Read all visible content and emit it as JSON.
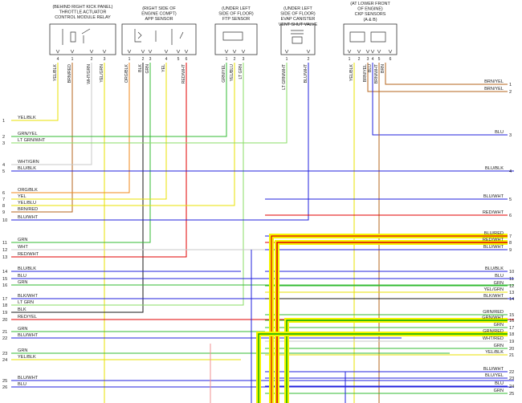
{
  "colors": {
    "YEL": "#e8e000",
    "BLK": "#1a1a1a",
    "BRN": "#b5651d",
    "RED": "#e00000",
    "WHT": "#c8c8c8",
    "GRN": "#33bb33",
    "LTGRN": "#88dd66",
    "BLU": "#2222dd",
    "ORG": "#f08a1c",
    "PPL": "#8b2fc9",
    "PNK": "#f09090",
    "GRY": "#999999",
    "highlight_yellow": "#f5f500",
    "highlight_red": "#dd0000",
    "highlight_green": "#00aa00"
  },
  "components": [
    {
      "id": "tac",
      "lines": [
        "(BEHIND RIGHT KICK PANEL)",
        "THROTTLE ACTUATOR",
        "CONTROL MODULE RELAY"
      ],
      "pins": [
        "4",
        "1",
        "2",
        "3"
      ],
      "wires": [
        "YEL/BLK",
        "BRN/RED",
        "WHT/GRN",
        "YEL/GRN"
      ]
    },
    {
      "id": "app",
      "lines": [
        "(RIGHT SIDE OF",
        "ENGINE COMPT)",
        "APP SENSOR"
      ],
      "pins": [
        "1",
        "2",
        "3",
        "4",
        "5",
        "6"
      ],
      "wires": [
        "ORG/BLK",
        "BLK",
        "GRN",
        "YEL",
        "RED/WHT"
      ]
    },
    {
      "id": "ftp",
      "lines": [
        "(UNDER LEFT",
        "SIDE OF FLOOR)",
        "FTP SENSOR"
      ],
      "pins": [
        "1",
        "2",
        "3"
      ],
      "wires": [
        "GRN/YEL",
        "YEL/BLU",
        "LT GRN"
      ]
    },
    {
      "id": "evap",
      "lines": [
        "(UNDER LEFT",
        "SIDE OF FLOOR)",
        "EVAP CANISTER",
        "VENT SHUT VALVE"
      ],
      "pins": [
        "1",
        "2"
      ],
      "wires": [
        "LT GRN/WHT",
        "BLU/WHT"
      ]
    },
    {
      "id": "ckp",
      "lines": [
        "(AT LOWER FRONT",
        "OF ENGINE)",
        "CKP SENSORS",
        "(A & B)"
      ],
      "pins": [
        "1",
        "2",
        "3",
        "4",
        "5",
        "6"
      ],
      "wires": [
        "YEL/BLK",
        "BRN/YEL",
        "BLU",
        "BRN/WHT",
        "BRN"
      ]
    }
  ],
  "left_connector": [
    {
      "num": "1",
      "label": "YEL/BLK"
    },
    {
      "num": "2",
      "label": "GRN/YEL"
    },
    {
      "num": "3",
      "label": "LT GRN/WHT"
    },
    {
      "num": "4",
      "label": "WHT/GRN"
    },
    {
      "num": "5",
      "label": "BLU/BLK"
    },
    {
      "num": "6",
      "label": "ORG/BLK"
    },
    {
      "num": "7",
      "label": "YEL"
    },
    {
      "num": "8",
      "label": "YEL/BLU"
    },
    {
      "num": "9",
      "label": "BRN/RED"
    },
    {
      "num": "10",
      "label": "BLU/WHT"
    },
    {
      "num": "11",
      "label": "GRN"
    },
    {
      "num": "12",
      "label": "WHT"
    },
    {
      "num": "13",
      "label": "RED/WHT"
    },
    {
      "num": "14",
      "label": "BLU/BLK"
    },
    {
      "num": "15",
      "label": "BLU"
    },
    {
      "num": "16",
      "label": "GRN"
    },
    {
      "num": "17",
      "label": "BLK/WHT"
    },
    {
      "num": "18",
      "label": "LT GRN"
    },
    {
      "num": "19",
      "label": "BLK"
    },
    {
      "num": "20",
      "label": "RED/YEL"
    },
    {
      "num": "21",
      "label": "GRN"
    },
    {
      "num": "22",
      "label": "BLU/WHT"
    },
    {
      "num": "23",
      "label": "GRN"
    },
    {
      "num": "24",
      "label": "YEL/BLK"
    },
    {
      "num": "25",
      "label": "BLU/WHT"
    },
    {
      "num": "26",
      "label": "BLU"
    }
  ],
  "right_connector": [
    {
      "num": "1",
      "label": "BRN/YEL"
    },
    {
      "num": "2",
      "label": "BRN/YEL"
    },
    {
      "num": "3",
      "label": "BLU"
    },
    {
      "num": "4",
      "label": "BLU/BLK"
    },
    {
      "num": "5",
      "label": "BLU/WHT"
    },
    {
      "num": "6",
      "label": "RED/WHT"
    },
    {
      "num": "7",
      "label": "BLU/RED"
    },
    {
      "num": "8",
      "label": "RED/WHT"
    },
    {
      "num": "9",
      "label": "BLU/WHT"
    },
    {
      "num": "10",
      "label": "BLU/BLK"
    },
    {
      "num": "11",
      "label": "BLU"
    },
    {
      "num": "12",
      "label": "GRN"
    },
    {
      "num": "13",
      "label": "YEL/GRN"
    },
    {
      "num": "14",
      "label": "BLK/WHT"
    },
    {
      "num": "15",
      "label": "GRN/RED"
    },
    {
      "num": "16",
      "label": "GRN/WHT"
    },
    {
      "num": "17",
      "label": "GRN"
    },
    {
      "num": "18",
      "label": "GRN/RED"
    },
    {
      "num": "19",
      "label": "WHT/RED"
    },
    {
      "num": "20",
      "label": "GRN"
    },
    {
      "num": "21",
      "label": "YEL/BLK"
    },
    {
      "num": "22",
      "label": "BLU/WHT"
    },
    {
      "num": "23",
      "label": "BLU/YEL"
    },
    {
      "num": "24",
      "label": "BLU"
    },
    {
      "num": "25",
      "label": "GRN"
    }
  ]
}
